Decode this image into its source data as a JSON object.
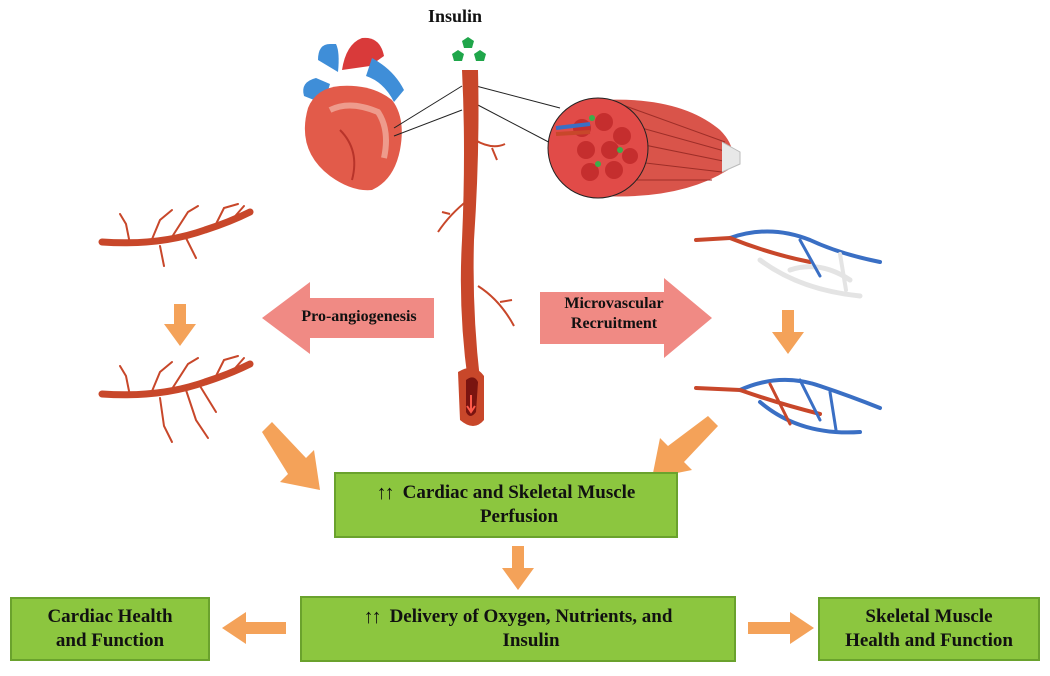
{
  "title": "Insulin",
  "pro_angiogenesis_label": "Pro-angiogenesis",
  "microvascular_label_line1": "Microvascular",
  "microvascular_label_line2": "Recruitment",
  "perfusion_box": {
    "prefix": "↑↑",
    "line1": "Cardiac and Skeletal Muscle",
    "line2": "Perfusion"
  },
  "delivery_box": {
    "prefix": "↑↑",
    "line1": "Delivery of Oxygen, Nutrients, and",
    "line2": "Insulin"
  },
  "cardiac_box": {
    "line1": "Cardiac Health",
    "line2": "and Function"
  },
  "skeletal_box": {
    "line1": "Skeletal Muscle",
    "line2": "Health and Function"
  },
  "colors": {
    "artery": "#c8472a",
    "vein": "#3a6fc4",
    "arrow": "#f4a259",
    "pink_arrow": "#f08a84",
    "box": "#8cc63f"
  },
  "icons": [
    "heart-illustration",
    "muscle-illustration",
    "insulin-molecules-icon"
  ]
}
